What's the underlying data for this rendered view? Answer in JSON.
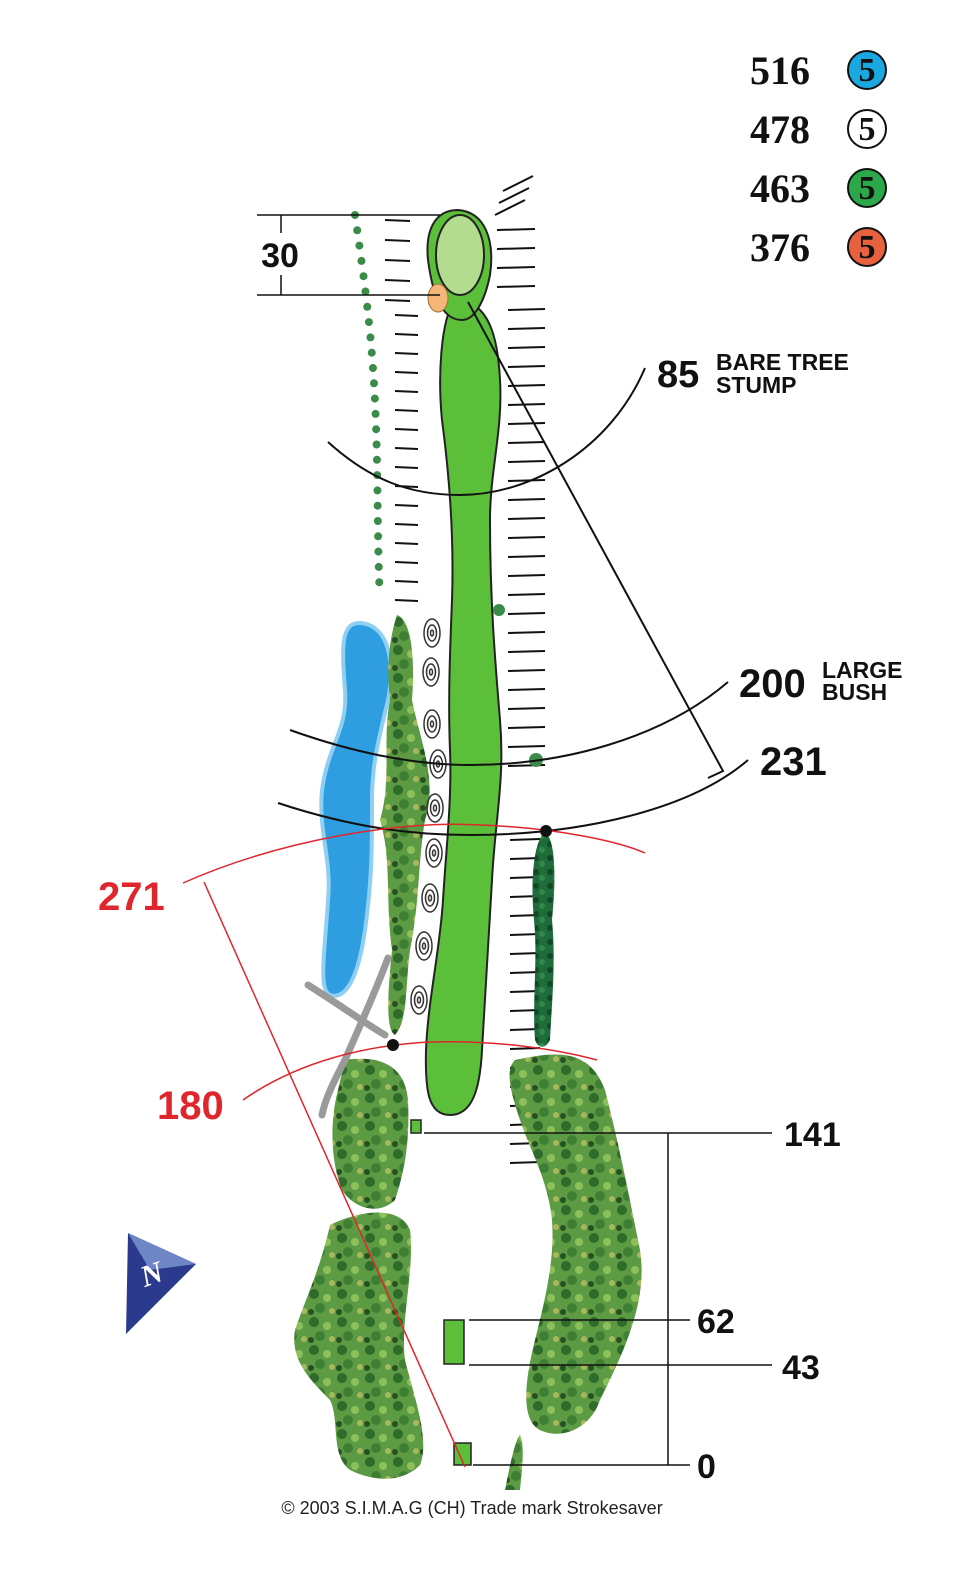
{
  "tees": [
    {
      "yards": "516",
      "par": "5",
      "color": "#1aa8e0",
      "text_color": "#111111"
    },
    {
      "yards": "478",
      "par": "5",
      "color": "#ffffff",
      "text_color": "#111111"
    },
    {
      "yards": "463",
      "par": "5",
      "color": "#2aa84a",
      "text_color": "#111111"
    },
    {
      "yards": "376",
      "par": "5",
      "color": "#e8613f",
      "text_color": "#111111"
    }
  ],
  "green_depth": "30",
  "arc_labels": {
    "stump_yards": "85",
    "stump_text_1": "BARE TREE",
    "stump_text_2": "STUMP",
    "bush_yards": "200",
    "bush_text_1": "LARGE",
    "bush_text_2": "BUSH",
    "yards_231": "231",
    "red_271": "271",
    "red_180": "180"
  },
  "tee_scale": {
    "mark_141": "141",
    "mark_62": "62",
    "mark_43": "43",
    "mark_0": "0"
  },
  "compass_letter": "N",
  "copyright": "© 2003 S.I.M.A.G (CH) Trade mark Strokesaver",
  "colors": {
    "fairway": "#5cbf3a",
    "green": "#b3dc8f",
    "water": "#2f9ee0",
    "trees": "#4f8e3c",
    "red_lines": "#e0262d",
    "path": "#9a9a9a",
    "compass": "#2b3a8c"
  }
}
